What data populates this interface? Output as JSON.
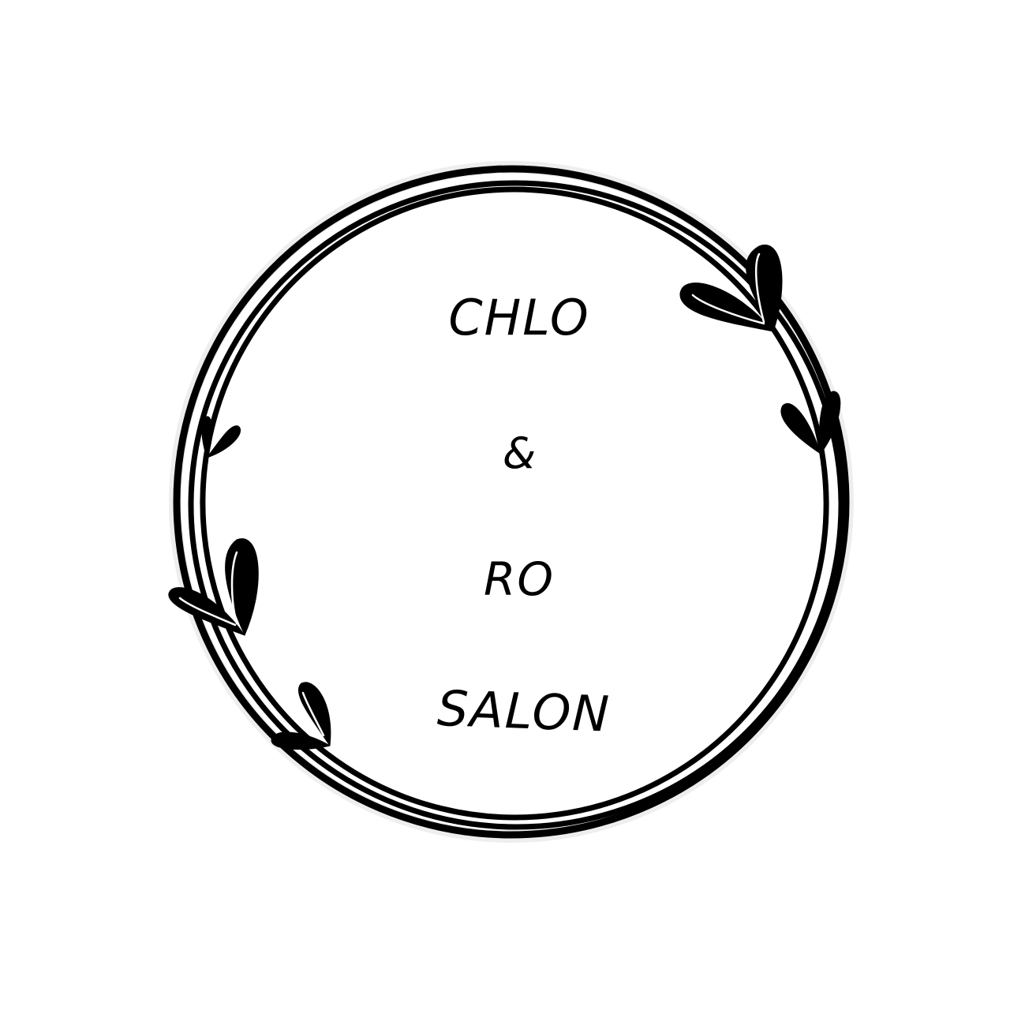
{
  "logo": {
    "line_1": "CHLO",
    "line_2": "&",
    "line_3": "RO",
    "line_4": "SALON"
  },
  "colors": {
    "ink": "#000000",
    "background": "#ffffff"
  },
  "decorations": {
    "frame": "double-ring-wreath",
    "leaves": "heart-leaf-icons"
  }
}
